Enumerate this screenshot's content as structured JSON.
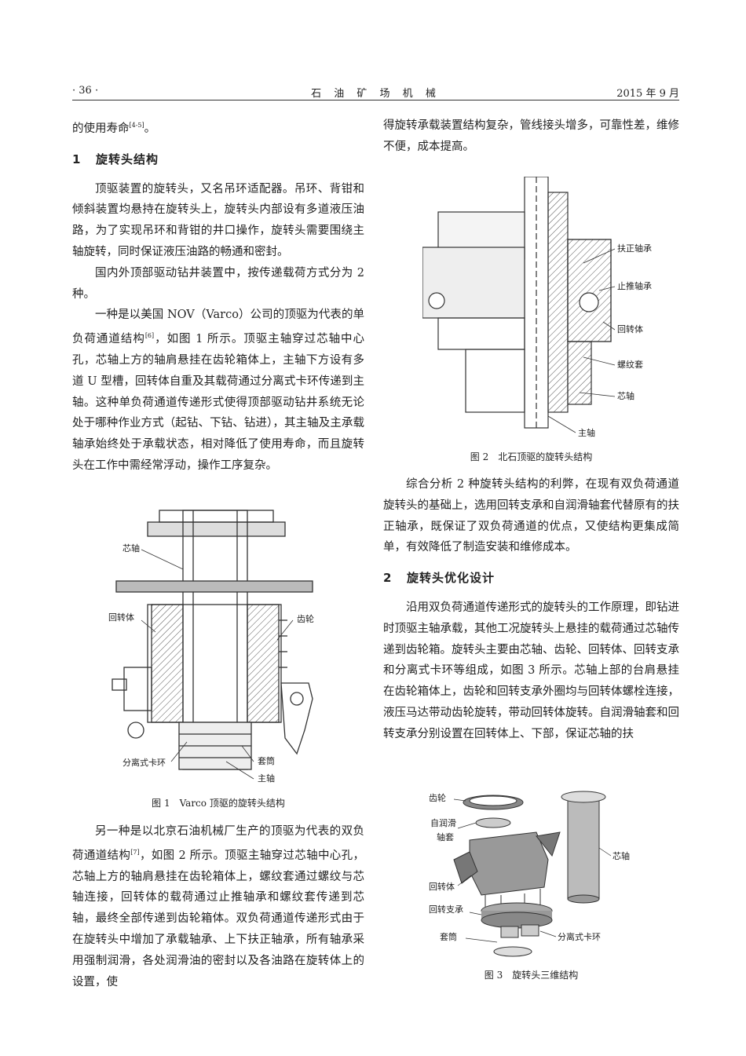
{
  "header": {
    "page_number": "· 36 ·",
    "journal": "石 油 矿 场 机 械",
    "date": "2015 年 9 月"
  },
  "left": {
    "p0": "的使用寿命",
    "p0_ref": "[4-5]",
    "p0_end": "。",
    "sec1_num": "1",
    "sec1_title": "旋转头结构",
    "p1": "顶驱装置的旋转头，又名吊环适配器。吊环、背钳和倾斜装置均悬持在旋转头上，旋转头内部设有多道液压油路，为了实现吊环和背钳的井口操作，旋转头需要围绕主轴旋转，同时保证液压油路的畅通和密封。",
    "p2": "国内外顶部驱动钻井装置中，按传递载荷方式分为 2 种。",
    "p3a": "一种是以美国 NOV（Varco）公司的顶驱为代表的单负荷通道结构",
    "p3_ref": "[6]",
    "p3b": "，如图 1 所示。顶驱主轴穿过芯轴中心孔，芯轴上方的轴肩悬挂在齿轮箱体上，主轴下方设有多道 U 型槽，回转体自重及其载荷通过分离式卡环传递到主轴。这种单负荷通道传递形式使得顶部驱动钻井系统无论处于哪种作业方式（起钻、下钻、钻进），其主轴及主承载轴承始终处于承载状态，相对降低了使用寿命，而且旋转头在工作中需经常浮动，操作工序复杂。",
    "fig1_caption": "图 1　Varco 顶驱的旋转头结构",
    "fig1_labels": {
      "mandrel": "芯轴",
      "rotor": "回转体",
      "gear": "齿轮",
      "split_ring": "分离式卡环",
      "sleeve": "套筒",
      "main_shaft": "主轴"
    },
    "p4a": "另一种是以北京石油机械厂生产的顶驱为代表的双负荷通道结构",
    "p4_ref": "[7]",
    "p4b": "，如图 2 所示。顶驱主轴穿过芯轴中心孔，芯轴上方的轴肩悬挂在齿轮箱体上，螺纹套通过螺纹与芯轴连接，回转体的载荷通过止推轴承和螺纹套传递到芯轴，最终全部传递到齿轮箱体。双负荷通道传递形式由于在旋转头中增加了承载轴承、上下扶正轴承，所有轴承采用强制润滑，各处润滑油的密封以及各油路在旋转体上的设置，使"
  },
  "right": {
    "p5": "得旋转承载装置结构复杂，管线接头增多，可靠性差，维修不便，成本提高。",
    "fig2_caption": "图 2　北石顶驱的旋转头结构",
    "fig2_labels": {
      "centering_bearing": "扶正轴承",
      "thrust_bearing": "止推轴承",
      "rotor": "回转体",
      "thread_sleeve": "螺纹套",
      "mandrel": "芯轴",
      "main_shaft": "主轴"
    },
    "p6": "综合分析 2 种旋转头结构的利弊，在现有双负荷通道旋转头的基础上，选用回转支承和自润滑轴套代替原有的扶正轴承，既保证了双负荷通道的优点，又使结构更集成简单，有效降低了制造安装和维修成本。",
    "sec2_num": "2",
    "sec2_title": "旋转头优化设计",
    "p7": "沿用双负荷通道传递形式的旋转头的工作原理，即钻进时顶驱主轴承载，其他工况旋转头上悬挂的载荷通过芯轴传递到齿轮箱。旋转头主要由芯轴、齿轮、回转体、回转支承和分离式卡环等组成，如图 3 所示。芯轴上部的台肩悬挂在齿轮箱体上，齿轮和回转支承外圈均与回转体螺栓连接，液压马达带动齿轮旋转，带动回转体旋转。自润滑轴套和回转支承分别设置在回转体上、下部，保证芯轴的扶",
    "fig3_caption": "图 3　旋转头三维结构",
    "fig3_labels": {
      "gear": "齿轮",
      "bushing_1": "自润滑",
      "bushing_2": "轴套",
      "mandrel": "芯轴",
      "rotor": "回转体",
      "slewing": "回转支承",
      "sleeve": "套筒",
      "split_ring": "分离式卡环"
    }
  }
}
